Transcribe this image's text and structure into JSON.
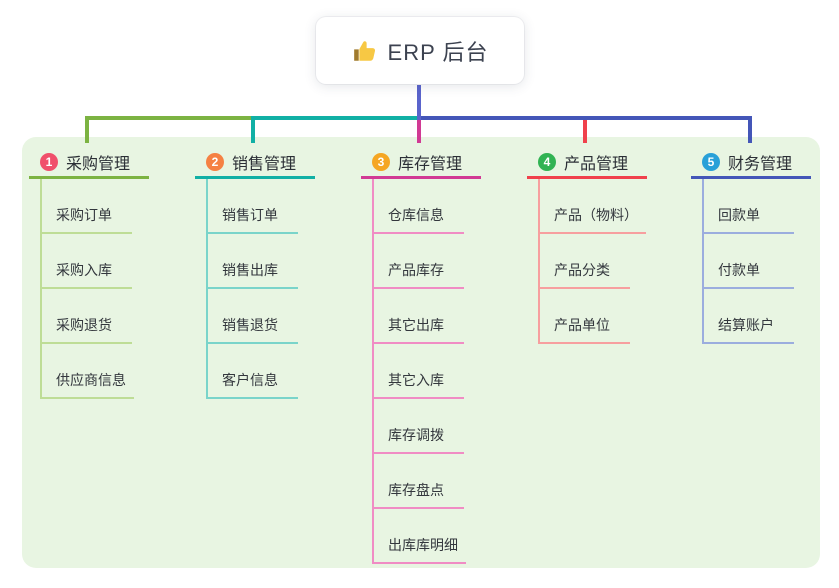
{
  "root": {
    "label": "ERP 后台",
    "icon": "thumbs-up"
  },
  "branches": [
    {
      "badge": "1",
      "title": "采购管理",
      "colors": {
        "badge": "#f0506b",
        "line": "#7cb342",
        "subline": "#bedd96"
      },
      "items": [
        "采购订单",
        "采购入库",
        "采购退货",
        "供应商信息"
      ]
    },
    {
      "badge": "2",
      "title": "销售管理",
      "colors": {
        "badge": "#f58143",
        "line": "#11b0a5",
        "subline": "#7ad4ca"
      },
      "items": [
        "销售订单",
        "销售出库",
        "销售退货",
        "客户信息"
      ]
    },
    {
      "badge": "3",
      "title": "库存管理",
      "colors": {
        "badge": "#f5a623",
        "line": "#d13a94",
        "subline": "#f08cc4"
      },
      "items": [
        "仓库信息",
        "产品库存",
        "其它出库",
        "其它入库",
        "库存调拨",
        "库存盘点",
        "出库库明细"
      ]
    },
    {
      "badge": "4",
      "title": "产品管理",
      "colors": {
        "badge": "#31b353",
        "line": "#f0414c",
        "subline": "#f79f9f"
      },
      "items": [
        "产品（物料）",
        "产品分类",
        "产品单位"
      ]
    },
    {
      "badge": "5",
      "title": "财务管理",
      "colors": {
        "badge": "#28a0d8",
        "line": "#4456b8",
        "subline": "#9badde"
      },
      "items": [
        "回款单",
        "付款单",
        "结算账户"
      ]
    }
  ],
  "canvas": {
    "panel_bg": "#e8f5e2",
    "root_stub_color": "#5a64cc"
  }
}
